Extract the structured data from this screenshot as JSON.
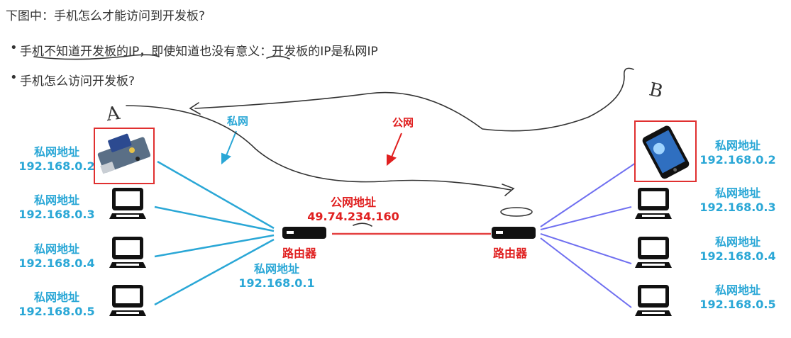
{
  "question": "下图中：手机怎么才能访问到开发板?",
  "bullets": [
    "手机不知道开发板的IP，即使知道也没有意义：开发板的IP是私网IP",
    "手机怎么访问开发板?"
  ],
  "annotations": {
    "a": "A",
    "b": "B"
  },
  "labels": {
    "private_net": "私网",
    "public_net": "公网"
  },
  "left_network": {
    "devices": [
      {
        "type": "dev-board",
        "addr_title": "私网地址",
        "ip": "192.168.0.2",
        "highlighted": true
      },
      {
        "type": "computer",
        "addr_title": "私网地址",
        "ip": "192.168.0.3"
      },
      {
        "type": "computer",
        "addr_title": "私网地址",
        "ip": "192.168.0.4"
      },
      {
        "type": "computer",
        "addr_title": "私网地址",
        "ip": "192.168.0.5"
      }
    ],
    "router": {
      "label": "路由器",
      "addr_title": "私网地址",
      "ip": "192.168.0.1",
      "public_title": "公网地址",
      "public_ip": "49.74.234.160"
    }
  },
  "right_network": {
    "devices": [
      {
        "type": "phone",
        "addr_title": "私网地址",
        "ip": "192.168.0.2",
        "highlighted": true
      },
      {
        "type": "computer",
        "addr_title": "私网地址",
        "ip": "192.168.0.3"
      },
      {
        "type": "computer",
        "addr_title": "私网地址",
        "ip": "192.168.0.4"
      },
      {
        "type": "computer",
        "addr_title": "私网地址",
        "ip": "192.168.0.5"
      }
    ],
    "router": {
      "label": "路由器"
    }
  },
  "colors": {
    "private": "#2aa7d6",
    "public": "#e02020",
    "right_links": "#6f6ff0",
    "ink": "#333333"
  }
}
